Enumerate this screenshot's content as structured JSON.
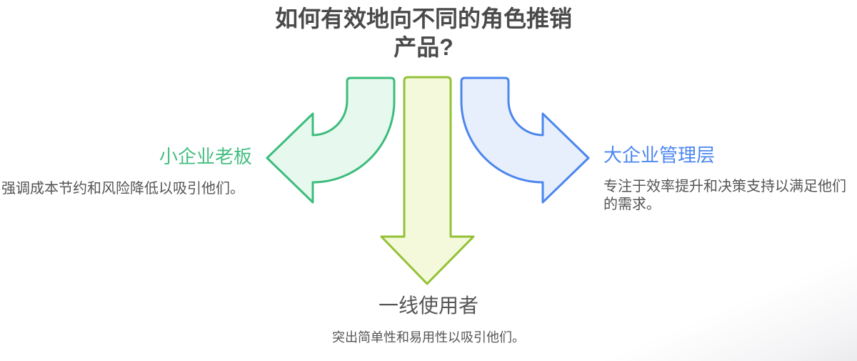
{
  "title": {
    "line1": "如何有效地向不同的角色推销",
    "line2": "产品?"
  },
  "title_color": "#4a4a4a",
  "body_text_color": "#555555",
  "roles": {
    "small_business_owner": {
      "label": "小企业老板",
      "description": "强调成本节约和风险降低以吸引他们。",
      "accent_color": "#45be82",
      "arrow_stroke": "#3cbc7c",
      "arrow_fill": "#e7f9ef",
      "arrow_direction": "curved-down-left"
    },
    "frontline_user": {
      "label": "一线使用者",
      "description": "突出简单性和易用性以吸引他们。",
      "accent_color": "#94c136",
      "arrow_stroke": "#94c136",
      "arrow_fill": "#f4f9dc",
      "arrow_direction": "straight-down"
    },
    "enterprise_management": {
      "label": "大企业管理层",
      "description": "专注于效率提升和决策支持以满足他们的需求。",
      "accent_color": "#4c87f0",
      "arrow_stroke": "#4c86ee",
      "arrow_fill": "#e8effc",
      "arrow_direction": "curved-down-right"
    }
  }
}
